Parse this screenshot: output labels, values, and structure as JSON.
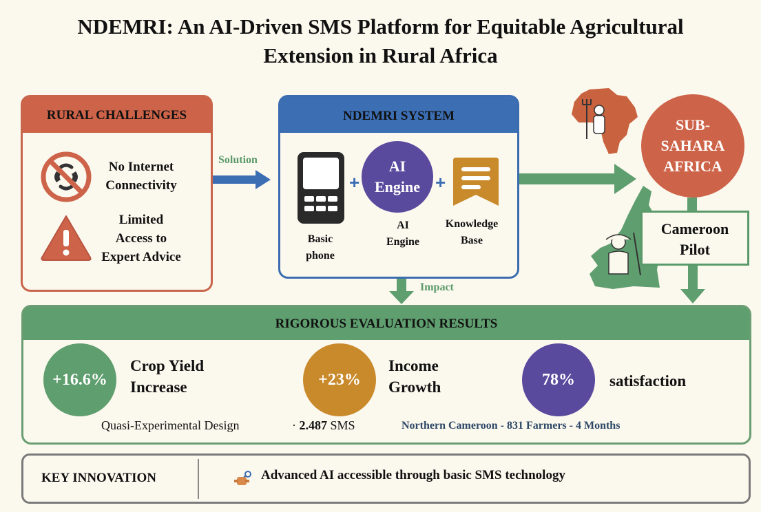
{
  "title": {
    "line1": "NDEMRI: An AI-Driven SMS Platform for Equitable Agricultural",
    "line2": "Extension in Rural Africa"
  },
  "rural": {
    "header": "RURAL CHALLENGES",
    "items": [
      {
        "icon": "no-internet-icon",
        "line1": "No Internet",
        "line2": "Connectivity"
      },
      {
        "icon": "warning-icon",
        "line1": "Limited",
        "line2": "Access to",
        "line3": "Expert Advice"
      }
    ]
  },
  "arrows": {
    "solution": "Solution",
    "impact": "Impact"
  },
  "system": {
    "header": "NDEMRI SYSTEM",
    "phone": {
      "icon": "basic-phone-icon",
      "line1": "Basic",
      "line2": "phone"
    },
    "ai": {
      "circle_line1": "AI",
      "circle_line2": "Engine",
      "line1": "AI",
      "line2": "Engine"
    },
    "kb": {
      "icon": "knowledge-base-icon",
      "line1": "Knowledge",
      "line2": "Base"
    },
    "plus": "+"
  },
  "region": {
    "line1": "SUB-",
    "line2": "SAHARA",
    "line3": "AFRICA"
  },
  "pilot": {
    "line1": "Cameroon",
    "line2": "Pilot"
  },
  "evaluation": {
    "header": "RIGOROUS EVALUATION RESULTS",
    "results": [
      {
        "value": "+16.6%",
        "line1": "Crop Yield",
        "line2": "Increase",
        "color": "#5f9e6e"
      },
      {
        "value": "+23%",
        "line1": "Income",
        "line2": "Growth",
        "color": "#c98a2c"
      },
      {
        "value": "78%",
        "line1": "satisfaction",
        "line2": "",
        "color": "#5a4a9e"
      }
    ],
    "design": "Quasi-Experimental Design",
    "sms_prefix": "· ",
    "sms_count": "2.487",
    "sms_suffix": " SMS",
    "study": "Northern Cameroon - 831 Farmers - 4 Months"
  },
  "key": {
    "title": "KEY INNOVATION",
    "text": "Advanced AI accessible through basic SMS technology",
    "icon": "satellite-icon"
  },
  "colors": {
    "red": "#cd6348",
    "blue": "#3c6eb4",
    "green": "#5f9e6e",
    "purple": "#5a4a9e",
    "orange": "#c98a2c"
  }
}
